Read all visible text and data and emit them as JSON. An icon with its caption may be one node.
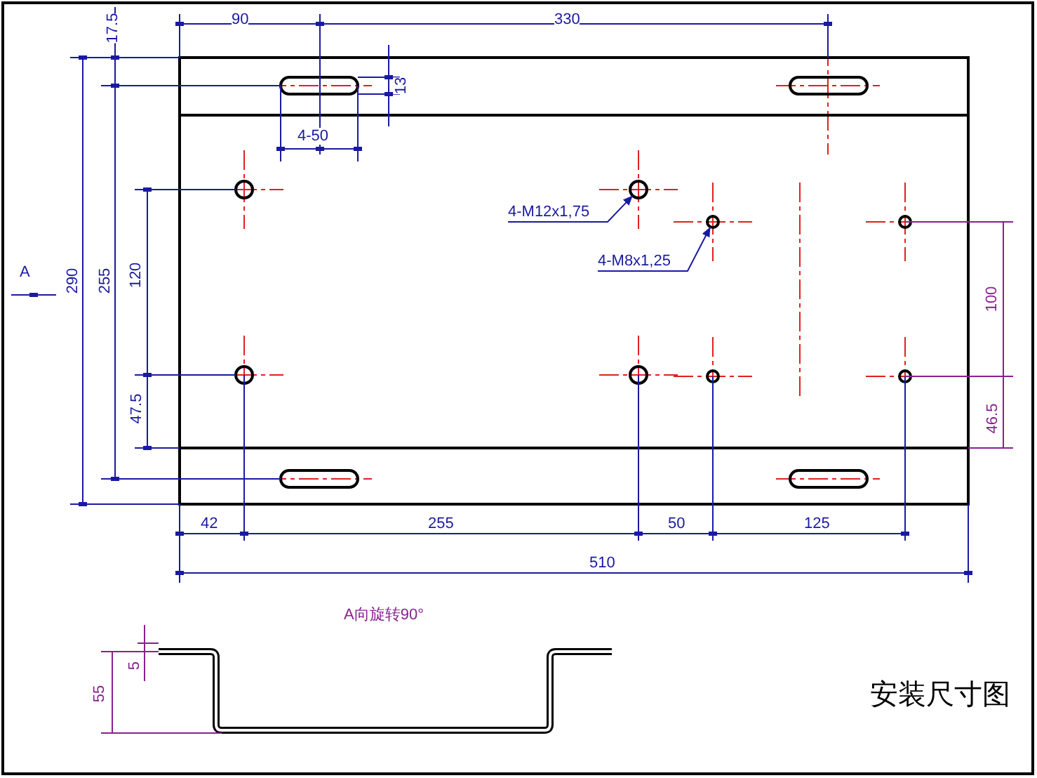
{
  "diagram": {
    "title": "安装尺寸图",
    "nodes": [
      {
        "text": [
          "4-M12x1,75"
        ]
      },
      {
        "text": [],
        "shape": "circle"
      },
      {
        "text": [
          "4-M8x1,25"
        ]
      },
      {
        "text": [],
        "shape": "circle"
      }
    ],
    "edges": [
      {
        "from": 0,
        "to": 1,
        "arrow": "to"
      },
      {
        "from": 2,
        "to": 3,
        "arrow": "to"
      }
    ],
    "labels": [
      "17.5",
      "90",
      "330",
      "13",
      "4-50",
      "A",
      "290",
      "255",
      "120",
      "47.5",
      "100",
      "46.5",
      "42",
      "255",
      "50",
      "125",
      "510",
      "A向旋转90°",
      "5",
      "55"
    ]
  }
}
